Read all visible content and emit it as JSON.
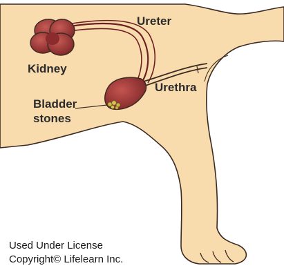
{
  "labels": {
    "ureter": "Ureter",
    "kidney": "Kidney",
    "urethra": "Urethra",
    "bladder_stones_line1": "Bladder",
    "bladder_stones_line2": "stones"
  },
  "credit": {
    "line1": "Used Under License",
    "line2": "Copyright© Lifelearn Inc."
  },
  "colors": {
    "body_fill": "#f8dcae",
    "outline": "#3a2a22",
    "organ_fill": "#a23a38",
    "organ_dark": "#6e1f20",
    "stone_fill": "#c9b84a"
  }
}
